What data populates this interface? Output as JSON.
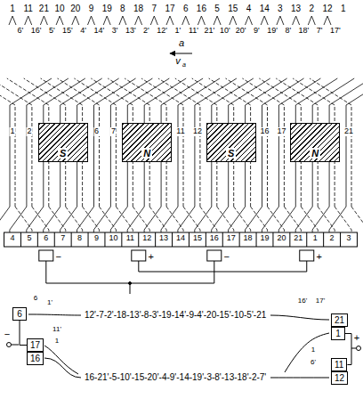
{
  "diagram": {
    "nodes": [
      {
        "text": [
          "S"
        ]
      },
      {
        "text": [
          "N"
        ]
      },
      {
        "text": [
          "S"
        ]
      },
      {
        "text": [
          "N"
        ]
      },
      {
        "text": [
          "6"
        ]
      },
      {
        "text": [
          "17"
        ]
      },
      {
        "text": [
          "16"
        ]
      },
      {
        "text": [
          "21"
        ]
      },
      {
        "text": [
          "1"
        ]
      },
      {
        "text": [
          "11"
        ]
      },
      {
        "text": [
          "12"
        ]
      }
    ],
    "edges": [
      {
        "from": 4,
        "to": 5,
        "arrow": "none"
      },
      {
        "from": 8,
        "to": 9,
        "arrow": "none"
      }
    ],
    "labels": [
      "1",
      "11",
      "21",
      "10",
      "20",
      "9",
      "19",
      "8",
      "18",
      "7",
      "17",
      "6",
      "16",
      "5",
      "15",
      "4",
      "14",
      "3",
      "13",
      "2",
      "12",
      "1",
      "6'",
      "16'",
      "5'",
      "15'",
      "4'",
      "14'",
      "3'",
      "13'",
      "2'",
      "12'",
      "1'",
      "11'",
      "21'",
      "10'",
      "20'",
      "9'",
      "19'",
      "8'",
      "18'",
      "7'",
      "17'",
      "a",
      "v",
      "a",
      "1",
      "2",
      "3",
      "4",
      "5",
      "6",
      "7",
      "8",
      "9",
      "10",
      "11",
      "12",
      "13",
      "14",
      "15",
      "16",
      "17",
      "18",
      "19",
      "20",
      "21",
      "4",
      "5",
      "6",
      "7",
      "8",
      "9",
      "10",
      "11",
      "12",
      "13",
      "14",
      "15",
      "16",
      "17",
      "18",
      "19",
      "20",
      "21",
      "1",
      "2",
      "3",
      "−",
      "+",
      "−",
      "+",
      "12'-7-2'-18-13'-8-3'-19-14'-9-4'-20-15'-10-5'-21",
      "16-21'-5-10'-15-20'-4-9'-14-19'-3-8'-13-18'-2-7'",
      "6",
      "1'",
      "11'",
      "1",
      "16'",
      "17'",
      "1",
      "6'",
      "−",
      "+"
    ]
  }
}
